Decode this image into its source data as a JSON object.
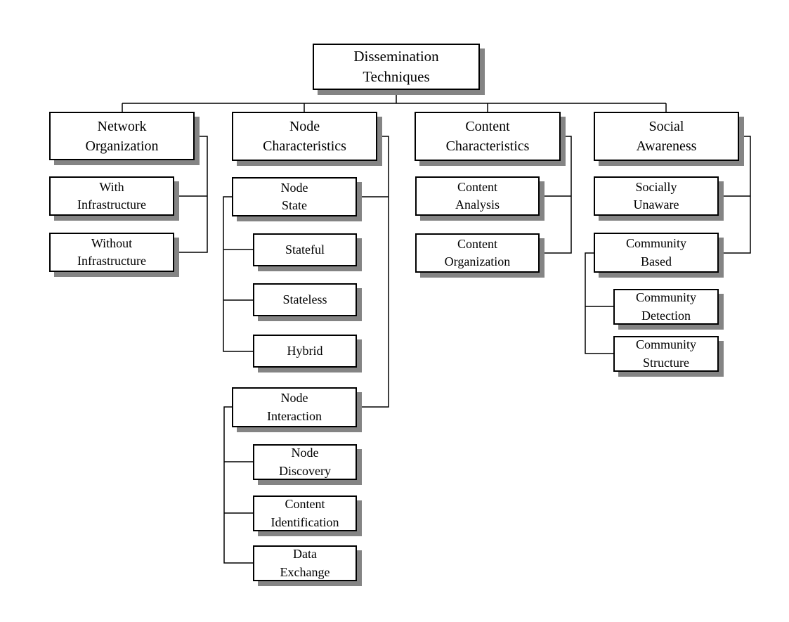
{
  "diagram": {
    "type": "hierarchy-tree",
    "colors": {
      "background": "#ffffff",
      "box_fill": "#ffffff",
      "box_border": "#000000",
      "box_shadow": "#848484",
      "connector_line": "#000000",
      "text": "#000000"
    },
    "nodes": {
      "root": {
        "label": "Dissemination\nTechniques"
      },
      "network_organization": {
        "label": "Network\nOrganization"
      },
      "with_infrastructure": {
        "label": "With\nInfrastructure"
      },
      "without_infrastructure": {
        "label": "Without\nInfrastructure"
      },
      "node_characteristics": {
        "label": "Node\nCharacteristics"
      },
      "node_state": {
        "label": "Node\nState"
      },
      "stateful": {
        "label": "Stateful"
      },
      "stateless": {
        "label": "Stateless"
      },
      "hybrid": {
        "label": "Hybrid"
      },
      "node_interaction": {
        "label": "Node\nInteraction"
      },
      "node_discovery": {
        "label": "Node\nDiscovery"
      },
      "content_identification": {
        "label": "Content\nIdentification"
      },
      "data_exchange": {
        "label": "Data\nExchange"
      },
      "content_characteristics": {
        "label": "Content\nCharacteristics"
      },
      "content_analysis": {
        "label": "Content\nAnalysis"
      },
      "content_organization": {
        "label": "Content\nOrganization"
      },
      "social_awareness": {
        "label": "Social\nAwareness"
      },
      "socially_unaware": {
        "label": "Socially\nUnaware"
      },
      "community_based": {
        "label": "Community\nBased"
      },
      "community_detection": {
        "label": "Community\nDetection"
      },
      "community_structure": {
        "label": "Community\nStructure"
      }
    },
    "hierarchy": {
      "root": [
        "network_organization",
        "node_characteristics",
        "content_characteristics",
        "social_awareness"
      ],
      "network_organization": [
        "with_infrastructure",
        "without_infrastructure"
      ],
      "node_characteristics": [
        "node_state",
        "node_interaction"
      ],
      "node_state": [
        "stateful",
        "stateless",
        "hybrid"
      ],
      "node_interaction": [
        "node_discovery",
        "content_identification",
        "data_exchange"
      ],
      "content_characteristics": [
        "content_analysis",
        "content_organization"
      ],
      "social_awareness": [
        "socially_unaware",
        "community_based"
      ],
      "community_based": [
        "community_detection",
        "community_structure"
      ]
    }
  }
}
